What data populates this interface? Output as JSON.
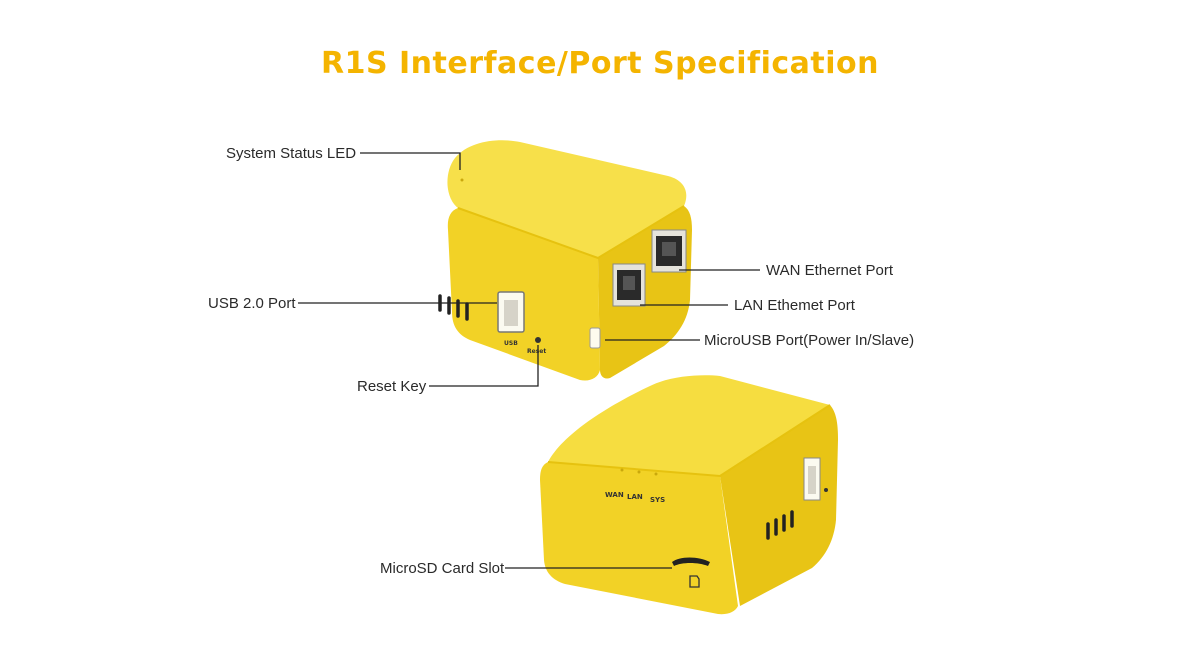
{
  "title": "R1S Interface/Port Specification",
  "colors": {
    "title": "#f4b400",
    "device_light": "#f6dc3c",
    "device_mid": "#f0cf1e",
    "device_dark": "#dcb40e",
    "leader_line": "#222222"
  },
  "labels": {
    "system_led": "System Status LED",
    "usb2": "USB 2.0 Port",
    "reset": "Reset Key",
    "wan": "WAN Ethernet Port",
    "lan": "LAN Ethemet Port",
    "microusb": "MicroUSB Port(Power In/Slave)",
    "microsd": "MicroSD Card Slot"
  },
  "device_markings": {
    "usb": "USB",
    "reset": "Reset",
    "wan": "WAN",
    "lan": "LAN",
    "sys": "SYS"
  }
}
